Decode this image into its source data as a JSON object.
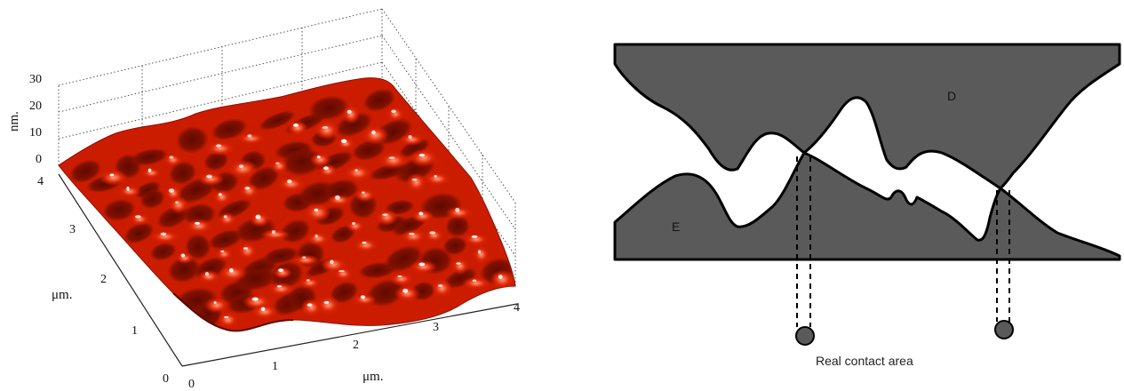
{
  "surface_plot": {
    "z_axis": {
      "label": "nm.",
      "ticks": [
        "0",
        "10",
        "20",
        "30"
      ]
    },
    "left_axis": {
      "label": "μm.",
      "ticks": [
        "0",
        "1",
        "2",
        "3",
        "4"
      ]
    },
    "bottom_axis": {
      "label": "μm.",
      "ticks": [
        "0",
        "1",
        "2",
        "3",
        "4"
      ]
    },
    "surface_color": "#cc1c00"
  },
  "contact_diagram": {
    "upper_body_label": "D",
    "lower_body_label": "E",
    "caption": "Real contact area",
    "body_color": "#5a5a5a"
  }
}
